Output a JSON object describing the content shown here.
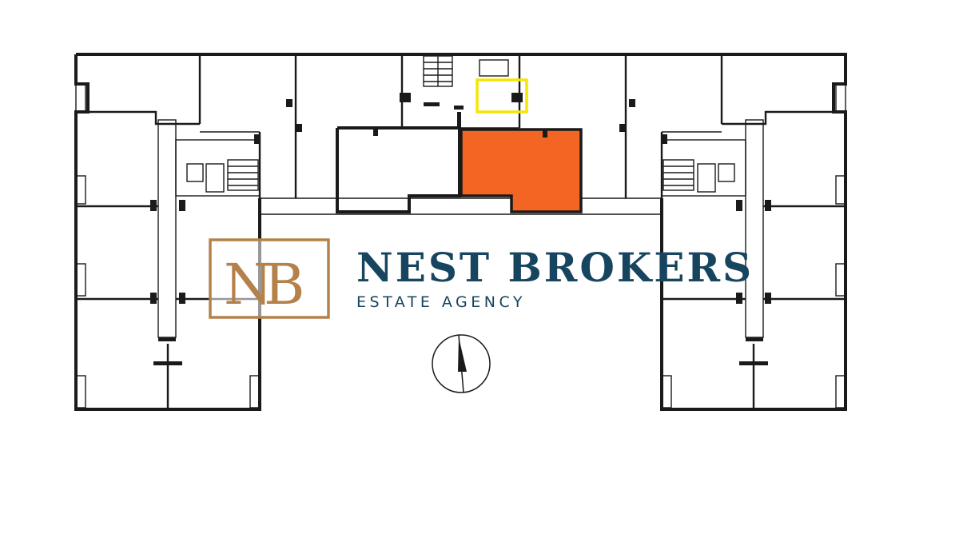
{
  "logo": {
    "monogram_left": "N",
    "monogram_right": "B",
    "name": "NEST BROKERS",
    "tagline": "ESTATE AGENCY"
  },
  "colors": {
    "wall": "#1a1a1a",
    "highlight_unit": "#f26522",
    "highlight_box": "#f5e600",
    "brand_gold": "#b5814a",
    "brand_navy": "#17445f"
  },
  "icons": {
    "compass": "north-arrow-icon"
  }
}
